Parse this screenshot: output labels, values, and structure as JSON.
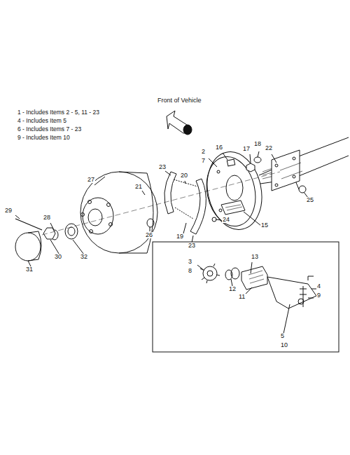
{
  "diagram": {
    "labels": [
      "1 - Includes Items 2 - 5, 11 - 23",
      "4 - Includes Item 5",
      "6 - Includes Items 7 - 23",
      "9 - Includes Item 10",
      "Front of Vehicle",
      "2",
      "7",
      "16",
      "17",
      "18",
      "22",
      "23",
      "20",
      "27",
      "21",
      "29",
      "28",
      "26",
      "25",
      "19",
      "24",
      "15",
      "23",
      "30",
      "32",
      "31",
      "13",
      "3",
      "8",
      "12",
      "11",
      "4",
      "9",
      "5",
      "10"
    ]
  }
}
